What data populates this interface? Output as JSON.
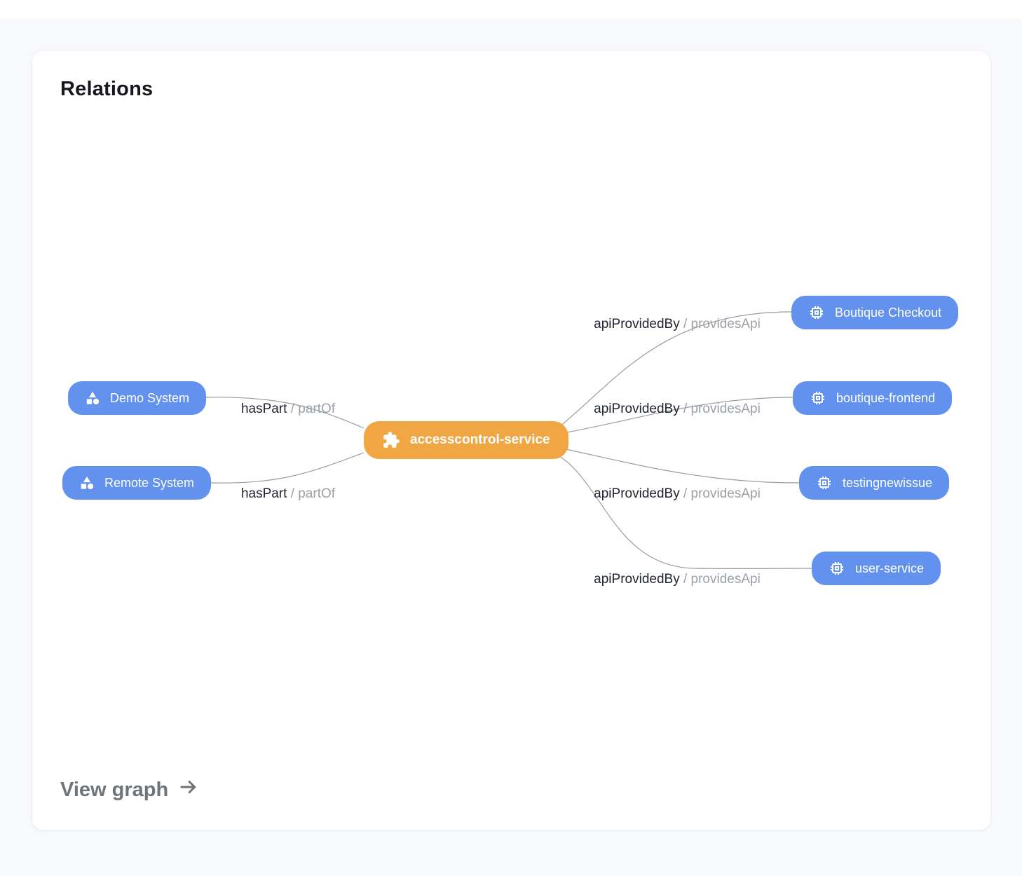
{
  "card": {
    "title": "Relations",
    "footer_link": "View graph"
  },
  "colors": {
    "primary_node": "#F0A643",
    "related_node": "#6292EE",
    "edge_line": "#9C9C9C",
    "edge_label_primary": "#202430",
    "edge_label_secondary": "#9AA0A6",
    "page_background": "#F8F9FC",
    "card_background": "#FFFFFF"
  },
  "icons": {
    "system": "category-shapes-icon",
    "component": "puzzle-extension-icon",
    "api": "chip-memory-icon",
    "footer": "arrow-right-icon"
  },
  "graph": {
    "nodes": [
      {
        "id": "demo-system",
        "label": "Demo System",
        "kind": "system",
        "color": "#6292EE"
      },
      {
        "id": "remote-system",
        "label": "Remote System",
        "kind": "system",
        "color": "#6292EE"
      },
      {
        "id": "accesscontrol-service",
        "label": "accesscontrol-service",
        "kind": "component",
        "color": "#F0A643"
      },
      {
        "id": "boutique-checkout",
        "label": "Boutique Checkout",
        "kind": "api",
        "color": "#6292EE"
      },
      {
        "id": "boutique-frontend",
        "label": "boutique-frontend",
        "kind": "api",
        "color": "#6292EE"
      },
      {
        "id": "testingnewissue",
        "label": "testingnewissue",
        "kind": "api",
        "color": "#6292EE"
      },
      {
        "id": "user-service",
        "label": "user-service",
        "kind": "api",
        "color": "#6292EE"
      }
    ],
    "edges": [
      {
        "from": "demo-system",
        "to": "accesscontrol-service",
        "label": "hasPart",
        "label_secondary": "/ partOf"
      },
      {
        "from": "remote-system",
        "to": "accesscontrol-service",
        "label": "hasPart",
        "label_secondary": "/ partOf"
      },
      {
        "from": "accesscontrol-service",
        "to": "boutique-checkout",
        "label": "apiProvidedBy",
        "label_secondary": "/ providesApi"
      },
      {
        "from": "accesscontrol-service",
        "to": "boutique-frontend",
        "label": "apiProvidedBy",
        "label_secondary": "/ providesApi"
      },
      {
        "from": "accesscontrol-service",
        "to": "testingnewissue",
        "label": "apiProvidedBy",
        "label_secondary": "/ providesApi"
      },
      {
        "from": "accesscontrol-service",
        "to": "user-service",
        "label": "apiProvidedBy",
        "label_secondary": "/ providesApi"
      }
    ]
  }
}
